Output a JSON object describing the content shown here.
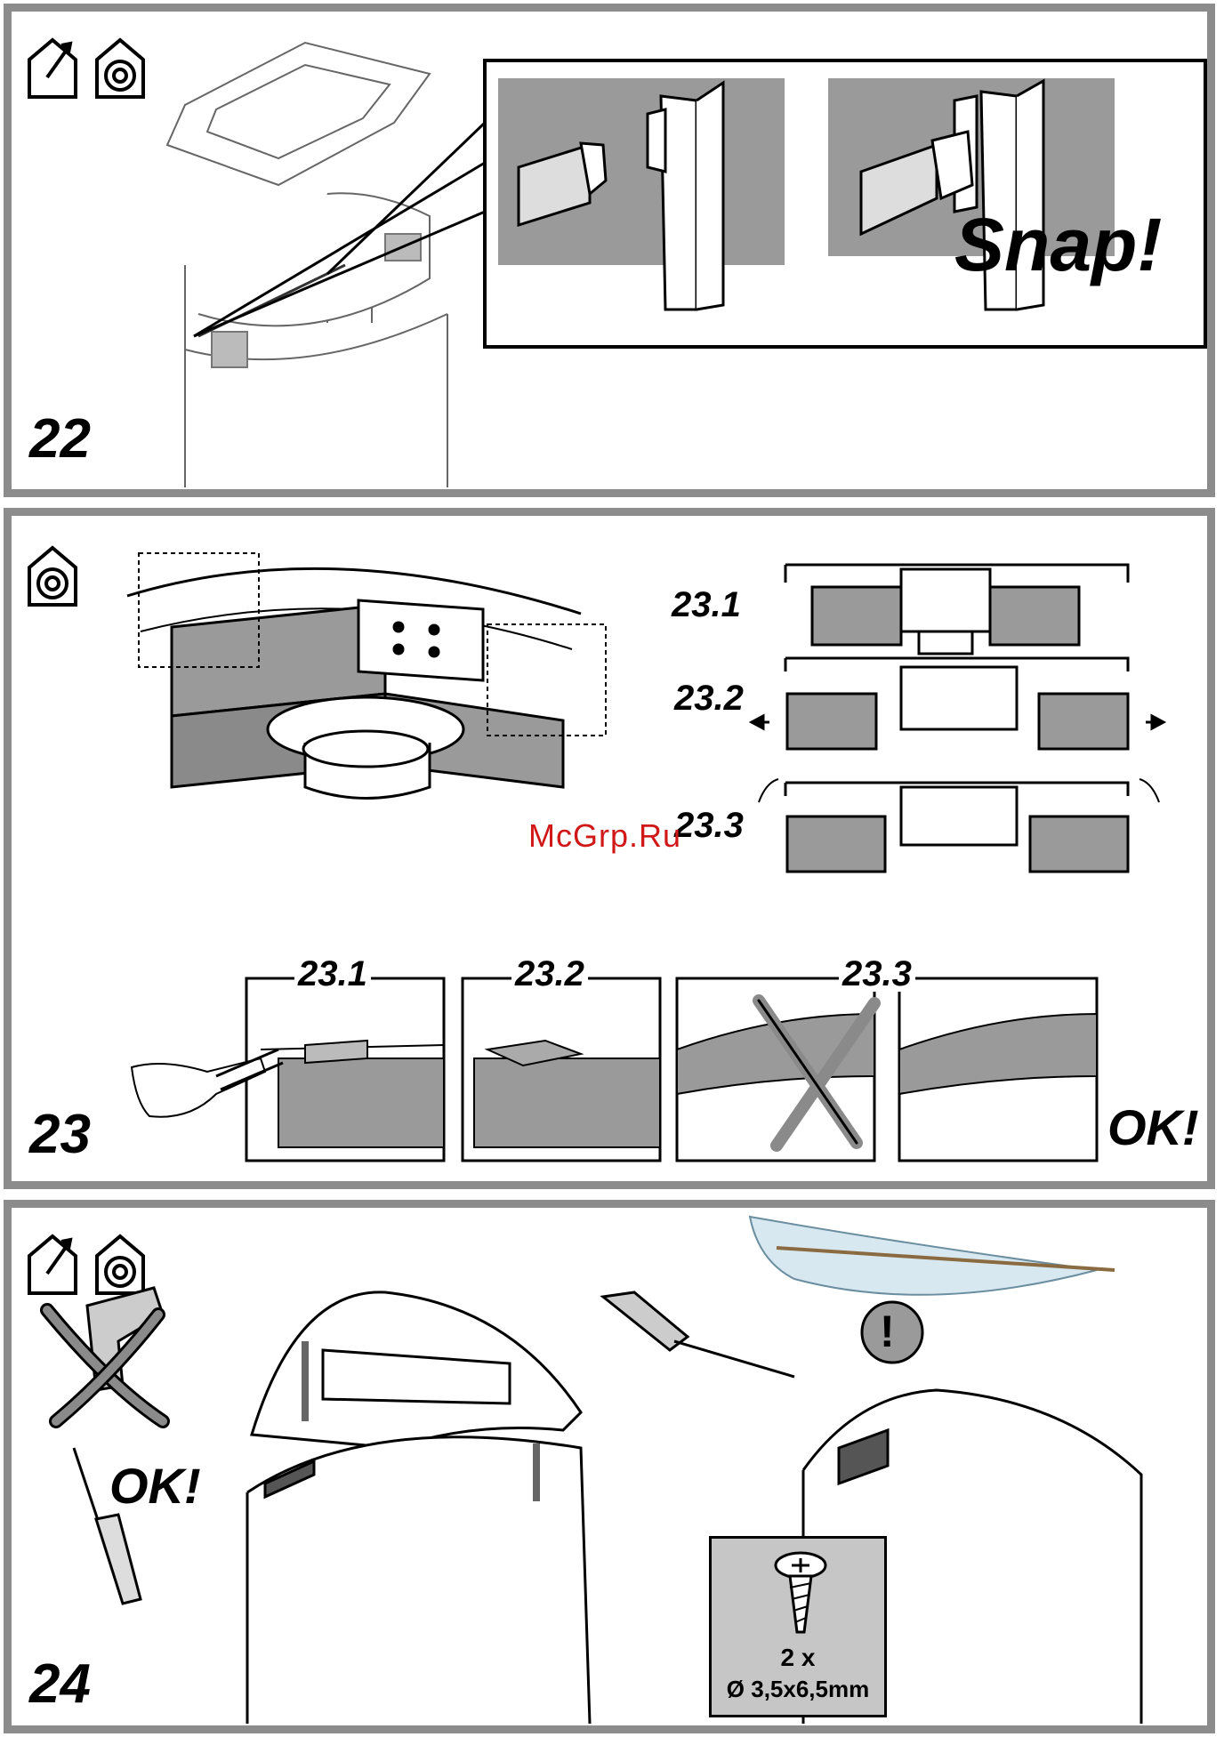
{
  "step22": {
    "number": "22",
    "callout": "Snap!"
  },
  "step23": {
    "number": "23",
    "substeps": [
      "23.1",
      "23.2",
      "23.3"
    ],
    "frames": [
      "23.1",
      "23.2",
      "23.3"
    ],
    "ok_label": "OK!"
  },
  "step24": {
    "number": "24",
    "ok_label": "OK!",
    "warning_symbol": "!",
    "screws": {
      "quantity": "2 x",
      "size": "Ø 3,5x6,5mm"
    }
  },
  "watermark": "McGrp.Ru",
  "icons": [
    "exhaust-mode-icon",
    "recirculation-mode-icon",
    "crossed-power-drill-icon",
    "screwdriver-icon",
    "feather-icon",
    "warning-icon",
    "screw-icon",
    "pliers-hand-icon"
  ],
  "colors": {
    "frame": "#8c8c8c",
    "gray_fill": "#9a9a9a",
    "light_gray": "#c6c6c6",
    "watermark": "#d01818"
  }
}
